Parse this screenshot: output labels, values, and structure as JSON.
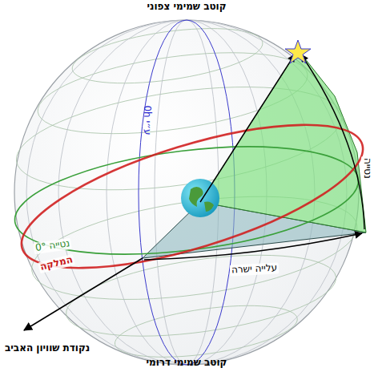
{
  "diagram": {
    "labels": [
      "קוטב שמימי צפוני",
      "המלקה",
      "נטייה 0°",
      "ע״י 0h",
      "נטייה",
      "עלייה ישרה",
      "נקודת שוויון האביב",
      "קוטב שמימי דרומי"
    ]
  }
}
